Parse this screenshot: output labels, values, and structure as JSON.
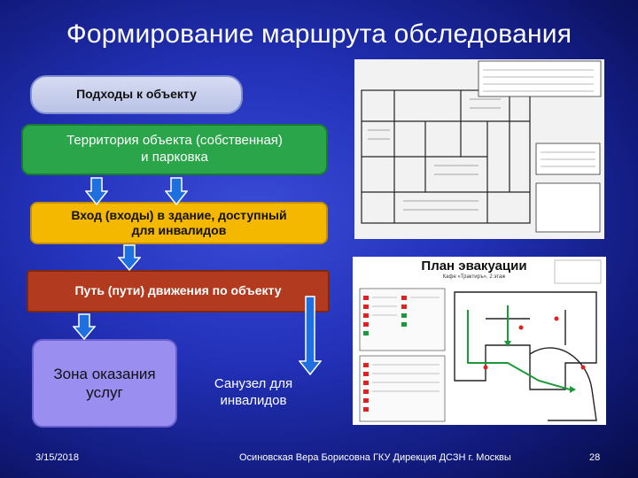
{
  "title": "Формирование маршрута обследования",
  "boxes": {
    "approaches": "Подходы к объекту",
    "territory_line1": "Территория объекта (собственная)",
    "territory_line2": "и парковка",
    "entrance_line1": "Вход (входы) в здание, доступный",
    "entrance_line2": "для инвалидов",
    "path": "Путь (пути) движения по объекту",
    "service_line1": "Зона оказания",
    "service_line2": "услуг",
    "toilet_line1": "Санузел для",
    "toilet_line2": "инвалидов"
  },
  "evacuation_plan": {
    "title": "План эвакуации",
    "subtitle": "Кафе «Трактиръ», 2 этаж"
  },
  "footer": {
    "date": "3/15/2018",
    "author": "Осиновская Вера Борисовна ГКУ Дирекция ДСЗН г. Москвы",
    "page": "28"
  },
  "colors": {
    "approaches_fill": "#c8cfee",
    "territory_fill": "#2aa54a",
    "entrance_fill": "#f5b800",
    "path_fill": "#b23b1f",
    "service_fill": "#9a8ef0",
    "arrow_fill": "#1e6fe0"
  }
}
